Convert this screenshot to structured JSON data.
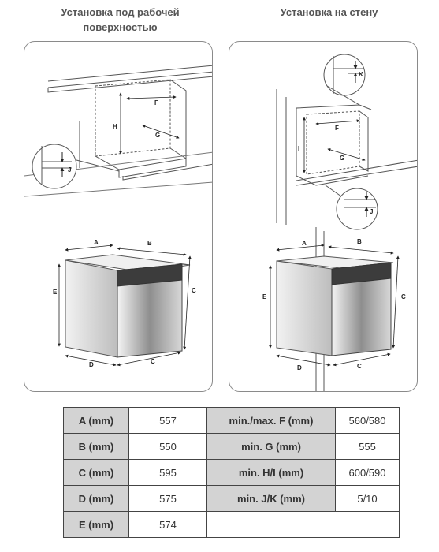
{
  "headings": {
    "left": "Установка под рабочей поверхностью",
    "right": "Установка на стену"
  },
  "diagram_labels": {
    "A": "A",
    "B": "B",
    "C": "C",
    "D": "D",
    "E": "E",
    "F": "F",
    "G": "G",
    "H": "H",
    "I": "I",
    "J": "J",
    "K": "K"
  },
  "table": {
    "rows": [
      {
        "label1": "A (mm)",
        "value1": "557",
        "label2": "min./max. F (mm)",
        "value2": "560/580"
      },
      {
        "label1": "B (mm)",
        "value1": "550",
        "label2": "min. G (mm)",
        "value2": "555"
      },
      {
        "label1": "C (mm)",
        "value1": "595",
        "label2": "min. H/I (mm)",
        "value2": "600/590"
      },
      {
        "label1": "D (mm)",
        "value1": "575",
        "label2": "min. J/K (mm)",
        "value2": "5/10"
      },
      {
        "label1": "E (mm)",
        "value1": "574",
        "label2": "",
        "value2": ""
      }
    ]
  }
}
